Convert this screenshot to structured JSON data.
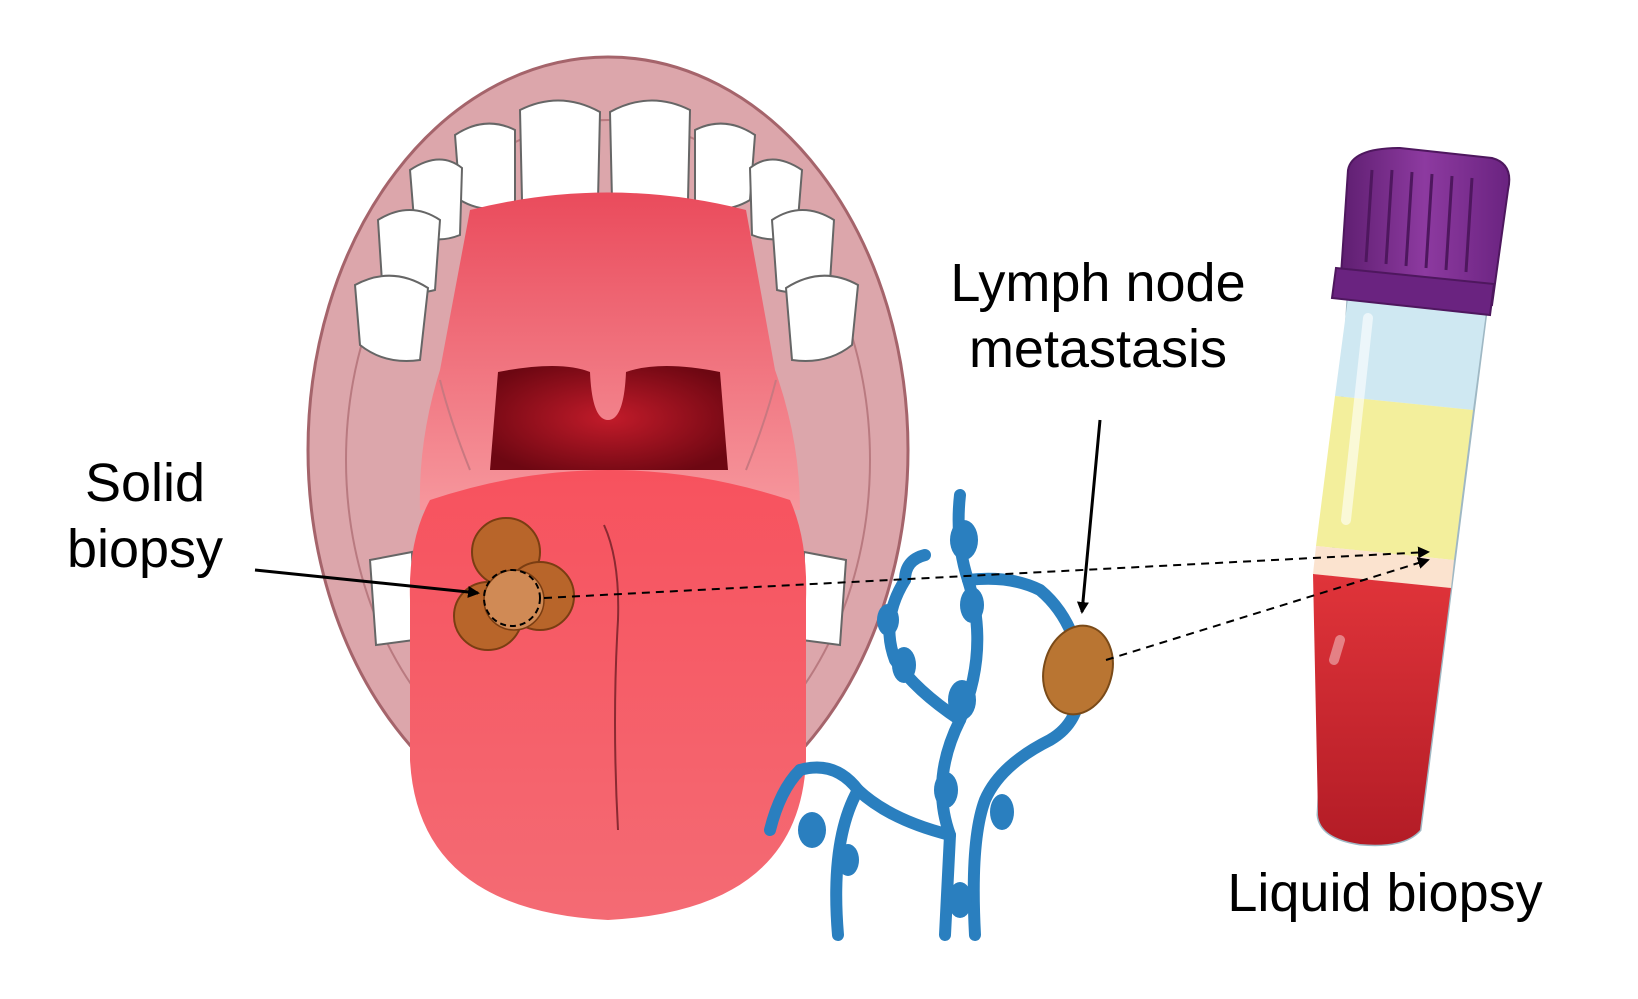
{
  "labels": {
    "solid_biopsy": [
      "Solid",
      "biopsy"
    ],
    "lymph_node_metastasis": [
      "Lymph node",
      "metastasis"
    ],
    "liquid_biopsy": "Liquid biopsy"
  },
  "colors": {
    "lip": "#d9a3a8",
    "lip_stroke": "#9a5b62",
    "palate": "#f3838b",
    "throat": "#8e0e1a",
    "tongue": "#f4626c",
    "tumor": "#b8652a",
    "lymph": "#2a7fbf",
    "lymph_node": "#b97532",
    "tube_cap": "#7b2c8c",
    "tube_plasma": "#f3ef9c",
    "tube_blood": "#c8232c",
    "tube_serum_top": "#cfe8f2"
  }
}
